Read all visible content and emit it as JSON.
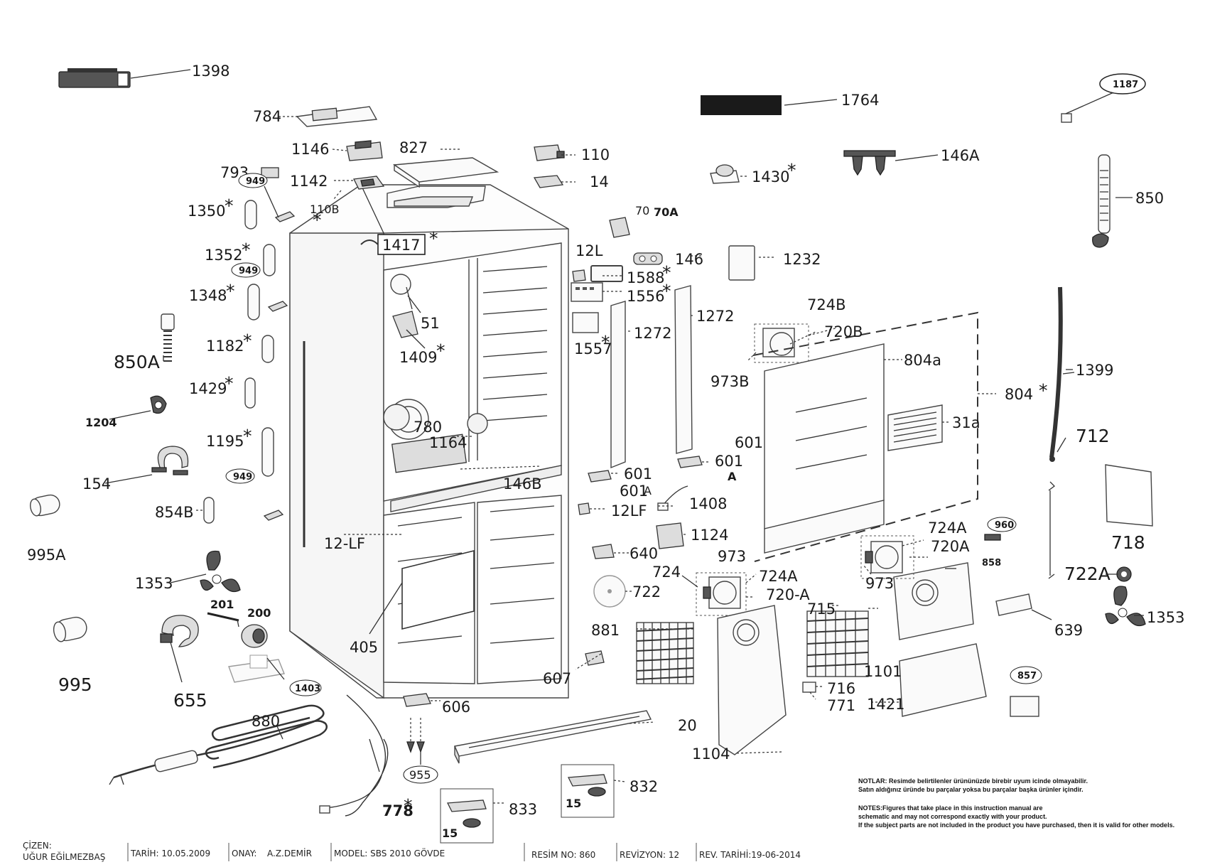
{
  "callouts": [
    {
      "id": "c1398",
      "text": "1398"
    },
    {
      "id": "c784",
      "text": "784"
    },
    {
      "id": "c1146",
      "text": "1146"
    },
    {
      "id": "c827",
      "text": "827"
    },
    {
      "id": "c110",
      "text": "110"
    },
    {
      "id": "c1142",
      "text": "1142"
    },
    {
      "id": "c14",
      "text": "14"
    },
    {
      "id": "c793",
      "text": "793"
    },
    {
      "id": "c110B",
      "text": "110B"
    },
    {
      "id": "c1350",
      "text": "1350"
    },
    {
      "id": "c1352",
      "text": "1352"
    },
    {
      "id": "c1348",
      "text": "1348"
    },
    {
      "id": "c850A",
      "text": "850A"
    },
    {
      "id": "c1182",
      "text": "1182"
    },
    {
      "id": "c1429",
      "text": "1429"
    },
    {
      "id": "c1204",
      "text": "1204"
    },
    {
      "id": "c1195",
      "text": "1195"
    },
    {
      "id": "c154",
      "text": "154"
    },
    {
      "id": "c854B",
      "text": "854B"
    },
    {
      "id": "c995A",
      "text": "995A"
    },
    {
      "id": "c1353a",
      "text": "1353"
    },
    {
      "id": "c201",
      "text": "201"
    },
    {
      "id": "c200",
      "text": "200"
    },
    {
      "id": "c995",
      "text": "995"
    },
    {
      "id": "c655",
      "text": "655"
    },
    {
      "id": "c880",
      "text": "880"
    },
    {
      "id": "c778",
      "text": "778"
    },
    {
      "id": "c51",
      "text": "51"
    },
    {
      "id": "c1409",
      "text": "1409"
    },
    {
      "id": "c780",
      "text": "780"
    },
    {
      "id": "c1164",
      "text": "1164"
    },
    {
      "id": "c146B",
      "text": "146B"
    },
    {
      "id": "c12LFa",
      "text": "12-LF"
    },
    {
      "id": "c405",
      "text": "405"
    },
    {
      "id": "c606",
      "text": "606"
    },
    {
      "id": "c20",
      "text": "20"
    },
    {
      "id": "c833",
      "text": "833"
    },
    {
      "id": "c15a",
      "text": "15"
    },
    {
      "id": "c832",
      "text": "832"
    },
    {
      "id": "c15b",
      "text": "15"
    },
    {
      "id": "c607",
      "text": "607"
    },
    {
      "id": "c70",
      "text": "70"
    },
    {
      "id": "c70A",
      "text": "70A"
    },
    {
      "id": "c12L",
      "text": "12L"
    },
    {
      "id": "c146",
      "text": "146"
    },
    {
      "id": "c1588",
      "text": "1588"
    },
    {
      "id": "c1556",
      "text": "1556"
    },
    {
      "id": "c1272a",
      "text": "1272"
    },
    {
      "id": "c1272b",
      "text": "1272"
    },
    {
      "id": "c1557",
      "text": "1557"
    },
    {
      "id": "c601a",
      "text": "601"
    },
    {
      "id": "c601b",
      "text": "601"
    },
    {
      "id": "c601c",
      "text": "601"
    },
    {
      "id": "cA1",
      "text": "A"
    },
    {
      "id": "c601d",
      "text": "601"
    },
    {
      "id": "cA2",
      "text": "A"
    },
    {
      "id": "c1408",
      "text": "1408"
    },
    {
      "id": "c12LFb",
      "text": "12LF"
    },
    {
      "id": "c1124",
      "text": "1124"
    },
    {
      "id": "c640",
      "text": "640"
    },
    {
      "id": "c973a",
      "text": "973"
    },
    {
      "id": "c724",
      "text": "724"
    },
    {
      "id": "c724Aa",
      "text": "724A"
    },
    {
      "id": "c720Aa",
      "text": "720-A"
    },
    {
      "id": "c722",
      "text": "722"
    },
    {
      "id": "c881",
      "text": "881"
    },
    {
      "id": "c715",
      "text": "715"
    },
    {
      "id": "c1101",
      "text": "1101"
    },
    {
      "id": "c716",
      "text": "716"
    },
    {
      "id": "c771",
      "text": "771"
    },
    {
      "id": "c1104",
      "text": "1104"
    },
    {
      "id": "c1421",
      "text": "1421"
    },
    {
      "id": "c1764",
      "text": "1764"
    },
    {
      "id": "c1430",
      "text": "1430"
    },
    {
      "id": "c146A",
      "text": "146A"
    },
    {
      "id": "c1232",
      "text": "1232"
    },
    {
      "id": "c724B",
      "text": "724B"
    },
    {
      "id": "c720B",
      "text": "720B"
    },
    {
      "id": "c973B",
      "text": "973B"
    },
    {
      "id": "c804a",
      "text": "804a"
    },
    {
      "id": "c804",
      "text": "804"
    },
    {
      "id": "c31a",
      "text": "31a"
    },
    {
      "id": "c724Ab",
      "text": "724A"
    },
    {
      "id": "c720Ab",
      "text": "720A"
    },
    {
      "id": "c973b",
      "text": "973"
    },
    {
      "id": "c850",
      "text": "850"
    },
    {
      "id": "c1399",
      "text": "1399"
    },
    {
      "id": "c712",
      "text": "712"
    },
    {
      "id": "c718",
      "text": "718"
    },
    {
      "id": "c722A",
      "text": "722A"
    },
    {
      "id": "c1353b",
      "text": "1353"
    },
    {
      "id": "c639",
      "text": "639"
    }
  ],
  "boxed_labels": [
    {
      "id": "b1417",
      "text": "1417"
    }
  ],
  "oval_labels": [
    {
      "id": "o1187",
      "text": "1187"
    },
    {
      "id": "o949a",
      "text": "949"
    },
    {
      "id": "o949b",
      "text": "949"
    },
    {
      "id": "o949c",
      "text": "949"
    },
    {
      "id": "o1403",
      "text": "1403"
    },
    {
      "id": "o955",
      "text": "955"
    },
    {
      "id": "o960",
      "text": "960"
    },
    {
      "id": "o858",
      "text": "858"
    },
    {
      "id": "o857",
      "text": "857"
    }
  ],
  "star": "*",
  "notes": {
    "tr_title": "NOTLAR: Resimde belirtilenler ürününüzde birebir  uyum icinde olmayabilir.",
    "tr_line2": "Satın aldığınız üründe bu parçalar yoksa bu parçalar başka ürünler içindir.",
    "en_title": "NOTES:Figures that take place in this instruction manual are",
    "en_line2": "schematic  and may not correspond exactly with your product.",
    "en_line3": "If the subject parts are not included in the product you have purchased, then it is valid for other models."
  },
  "title_block": {
    "cizen_label": "ÇİZEN:",
    "cizen_name": "UĞUR EĞİLMEZBAŞ",
    "tarih": "TARİH: 10.05.2009",
    "onay_label": "ONAY:",
    "onay_name": "A.Z.DEMİR",
    "model": "MODEL: SBS 2010 GÖVDE",
    "resim_no": "RESİM NO: 860",
    "revizyon": "REVİZYON: 12",
    "rev_tarihi": "REV. TARİHİ:19-06-2014"
  }
}
